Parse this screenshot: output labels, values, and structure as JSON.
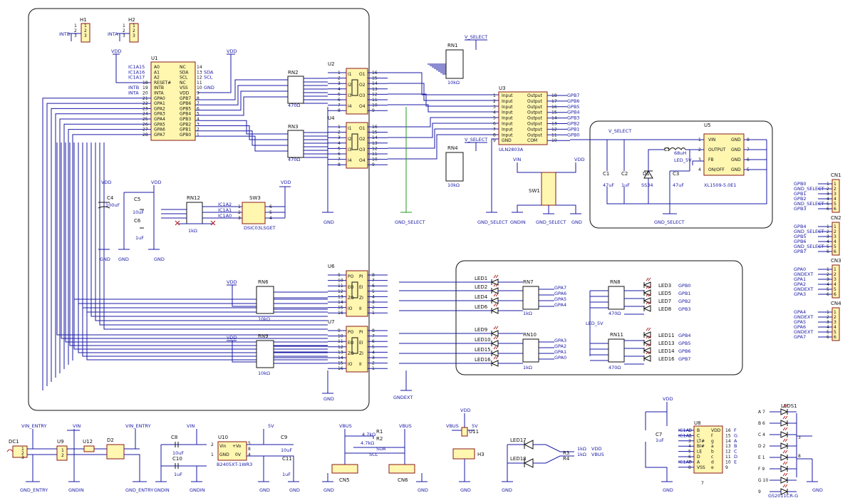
{
  "headers": {
    "h1": {
      "ref": "H1",
      "net": "INTB",
      "pins": [
        "1",
        "2",
        "3"
      ]
    },
    "h2": {
      "ref": "H2",
      "net": "INTA",
      "pins": [
        "1",
        "2",
        "3"
      ]
    }
  },
  "power_nets": {
    "vdd": "VDD",
    "gnd": "GND",
    "v_select": "V_SELECT",
    "gnd_select": "GND_SELECT",
    "gndin": "GNDIN",
    "vin": "VIN",
    "gndext": "GNDEXT",
    "vin_entry": "VIN_ENTRY",
    "gnd_entry": "GND_ENTRY",
    "v5": "5V",
    "vbus": "VBUS",
    "led_5v": "LED_5V"
  },
  "u1": {
    "ref": "U1",
    "left_pins": [
      {
        "net": "IC1A15",
        "num": "",
        "name": "A0"
      },
      {
        "net": "IC1A16",
        "num": "",
        "name": "A1"
      },
      {
        "net": "IC1A17",
        "num": "",
        "name": "A2"
      },
      {
        "net": "",
        "num": "18",
        "name": "RESET#"
      },
      {
        "net": "INTB",
        "num": "19",
        "name": "INTB"
      },
      {
        "net": "INTA",
        "num": "20",
        "name": "INTA"
      },
      {
        "net": "",
        "num": "21",
        "name": "GPA0"
      },
      {
        "net": "",
        "num": "22",
        "name": "GPA1"
      },
      {
        "net": "",
        "num": "23",
        "name": "GPA2"
      },
      {
        "net": "",
        "num": "24",
        "name": "GPA3"
      },
      {
        "net": "",
        "num": "25",
        "name": "GPA4"
      },
      {
        "net": "",
        "num": "26",
        "name": "GPA5"
      },
      {
        "net": "",
        "num": "27",
        "name": "GPA6"
      },
      {
        "net": "",
        "num": "28",
        "name": "GPA7"
      }
    ],
    "right_pins": [
      {
        "name": "NC",
        "num": "14",
        "net": ""
      },
      {
        "name": "SDA",
        "num": "13",
        "net": "SDA"
      },
      {
        "name": "SCL",
        "num": "12",
        "net": "SCL"
      },
      {
        "name": "NC",
        "num": "11",
        "net": ""
      },
      {
        "name": "VSS",
        "num": "10",
        "net": "GND"
      },
      {
        "name": "VDD",
        "num": "9",
        "net": ""
      },
      {
        "name": "GPB7",
        "num": "8",
        "net": ""
      },
      {
        "name": "GPB6",
        "num": "7",
        "net": ""
      },
      {
        "name": "GPB5",
        "num": "6",
        "net": ""
      },
      {
        "name": "GPB4",
        "num": "5",
        "net": ""
      },
      {
        "name": "GPB3",
        "num": "4",
        "net": ""
      },
      {
        "name": "GPB2",
        "num": "3",
        "net": ""
      },
      {
        "name": "GPB1",
        "num": "2",
        "net": ""
      },
      {
        "name": "GPB0",
        "num": "1",
        "net": ""
      }
    ]
  },
  "resnets": {
    "rn1": {
      "ref": "RN1",
      "val": "10kΩ"
    },
    "rn2": {
      "ref": "RN2",
      "val": "470Ω"
    },
    "rn3": {
      "ref": "RN3",
      "val": "470Ω"
    },
    "rn4": {
      "ref": "RN4",
      "val": "10kΩ"
    },
    "rn6": {
      "ref": "RN6",
      "val": "10kΩ"
    },
    "rn7": {
      "ref": "RN7",
      "val": "1kΩ"
    },
    "rn8": {
      "ref": "RN8",
      "val": "470Ω"
    },
    "rn9": {
      "ref": "RN9",
      "val": "10kΩ"
    },
    "rn10": {
      "ref": "RN10",
      "val": "1kΩ"
    },
    "rn11": {
      "ref": "RN11",
      "val": "470Ω"
    },
    "rn12": {
      "ref": "RN12",
      "val": "1kΩ"
    }
  },
  "optos": {
    "u2": {
      "ref": "U2",
      "left": [
        "1",
        "2",
        "3",
        "4",
        "5",
        "6",
        "7",
        "8"
      ],
      "right": [
        "16",
        "15",
        "14",
        "13",
        "12",
        "11",
        "10",
        "9"
      ],
      "inner_left": [
        "I1",
        "I2",
        "I3",
        "I4"
      ],
      "inner_right": [
        "O1",
        "O2",
        "O3",
        "O4"
      ]
    },
    "u4": {
      "ref": "U4",
      "left": [
        "1",
        "2",
        "3",
        "4",
        "5",
        "6",
        "7",
        "8"
      ],
      "right": [
        "16",
        "15",
        "14",
        "13",
        "12",
        "11",
        "10",
        "9"
      ],
      "inner_left": [
        "I1",
        "I2",
        "I3",
        "I4"
      ],
      "inner_right": [
        "O1",
        "O2",
        "O3",
        "O4"
      ]
    },
    "u6": {
      "ref": "U6",
      "left": [
        "9",
        "10",
        "11",
        "12",
        "13",
        "14",
        "15",
        "16"
      ],
      "right": [
        "8",
        "7",
        "6",
        "5",
        "4",
        "3",
        "2",
        "1"
      ],
      "inner_left": [
        "PO",
        "EO",
        "ZO",
        "IO"
      ],
      "inner_right": [
        "PI",
        "EI",
        "ZI",
        "II"
      ]
    },
    "u7": {
      "ref": "U7",
      "left": [
        "9",
        "10",
        "11",
        "12",
        "13",
        "14",
        "15",
        "16"
      ],
      "right": [
        "8",
        "7",
        "6",
        "5",
        "4",
        "3",
        "2",
        "1"
      ],
      "inner_left": [
        "PO",
        "EO",
        "ZO",
        "IO"
      ],
      "inner_right": [
        "PI",
        "EI",
        "ZI",
        "II"
      ]
    }
  },
  "u3": {
    "ref": "U3",
    "val": "ULN2803A",
    "pins": [
      {
        "l": "1",
        "ln": "Input",
        "rn": "Output",
        "r": "18",
        "net": "GPB7"
      },
      {
        "l": "2",
        "ln": "Input",
        "rn": "Output",
        "r": "17",
        "net": "GPB6"
      },
      {
        "l": "3",
        "ln": "Input",
        "rn": "Output",
        "r": "16",
        "net": "GPB5"
      },
      {
        "l": "4",
        "ln": "Input",
        "rn": "Output",
        "r": "15",
        "net": "GPB4"
      },
      {
        "l": "5",
        "ln": "Input",
        "rn": "Output",
        "r": "14",
        "net": "GPB3"
      },
      {
        "l": "6",
        "ln": "Input",
        "rn": "Output",
        "r": "13",
        "net": "GPB2"
      },
      {
        "l": "7",
        "ln": "Input",
        "rn": "Output",
        "r": "12",
        "net": "GPB1"
      },
      {
        "l": "8",
        "ln": "Input",
        "rn": "Output",
        "r": "11",
        "net": "GPB0"
      },
      {
        "l": "9",
        "ln": "GND",
        "rn": "COM",
        "r": "10",
        "net": ""
      }
    ]
  },
  "u5": {
    "ref": "U5",
    "val": "XL1509-5.0E1",
    "pins": [
      {
        "l": "1",
        "ln": "VIN",
        "rn": "GND",
        "r": "8"
      },
      {
        "l": "2",
        "ln": "OUTPUT",
        "rn": "GND",
        "r": "7"
      },
      {
        "l": "3",
        "ln": "FB",
        "rn": "GND",
        "r": "6"
      },
      {
        "l": "4",
        "ln": "ON/OFF",
        "rn": "GND",
        "r": "5"
      }
    ],
    "c1": {
      "ref": "C1",
      "val": "47uF"
    },
    "c2": {
      "ref": "C2",
      "val": "1uF"
    },
    "d1": {
      "ref": "D1",
      "val": "SS34"
    },
    "l1": {
      "ref": "L1",
      "val": "68uH"
    },
    "c3": {
      "ref": "C3",
      "val": "47uF"
    }
  },
  "sw1": {
    "ref": "SW1"
  },
  "dip": {
    "ref": "SW3",
    "val": "DSIC03LSGET",
    "pins_l": [
      "1",
      "2",
      "3"
    ],
    "pins_r": [
      "6",
      "5",
      "4"
    ],
    "nets": [
      "IC1A2",
      "IC1A1",
      "IC1A0"
    ]
  },
  "c4": {
    "ref": "C4",
    "val": "100uF"
  },
  "c5": {
    "ref": "C5",
    "val": "10uF"
  },
  "c6": {
    "ref": "C6",
    "val": "1uF"
  },
  "leds_left": [
    "LED1",
    "LED2",
    "LED4",
    "LED6",
    "LED9",
    "LED10",
    "LED15",
    "LED16"
  ],
  "rn7_nets": [
    "GPA7",
    "GPA6",
    "GPA5",
    "GPA4"
  ],
  "rn10_nets": [
    "GPA3",
    "GPA2",
    "GPA1",
    "GPA0"
  ],
  "leds_right_top": [
    {
      "led": "LED3",
      "net": "GPB0"
    },
    {
      "led": "LED5",
      "net": "GPB1"
    },
    {
      "led": "LED7",
      "net": "GPB2"
    },
    {
      "led": "LED8",
      "net": "GPB3"
    }
  ],
  "leds_right_bot": [
    {
      "led": "LED11",
      "net": "GPB4"
    },
    {
      "led": "LED13",
      "net": "GPB5"
    },
    {
      "led": "LED14",
      "net": "GPB6"
    },
    {
      "led": "LED16",
      "net": "GPB7"
    }
  ],
  "connectors": [
    {
      "ref": "CN1",
      "nets": [
        "GPB0",
        "GND_SELECT",
        "GPB1",
        "GPB2",
        "GND_SELECT",
        "GPB3"
      ]
    },
    {
      "ref": "CN2",
      "nets": [
        "GPB4",
        "GND_SELECT",
        "GPB5",
        "GPB6",
        "GND_SELECT",
        "GPB7"
      ]
    },
    {
      "ref": "CN3",
      "nets": [
        "GPA0",
        "GNDEXT",
        "GPA1",
        "GPA2",
        "GNDEXT",
        "GPA3"
      ]
    },
    {
      "ref": "CN4",
      "nets": [
        "GPA4",
        "GNDEXT",
        "GPA5",
        "GPA6",
        "GNDEXT",
        "GPA7"
      ]
    }
  ],
  "bottom": {
    "dc1": {
      "ref": "DC1",
      "pins": [
        "1",
        "2",
        "3"
      ]
    },
    "u9": {
      "ref": "U9",
      "pins": [
        "1",
        "2"
      ]
    },
    "u12": {
      "ref": "U12"
    },
    "d2": {
      "ref": "D2"
    },
    "c8": {
      "ref": "C8",
      "val": "10uF"
    },
    "c10": {
      "ref": "C10",
      "val": "1uF"
    },
    "u10": {
      "ref": "U10",
      "val": "B2405XT-1WR3",
      "lp": [
        "Vin",
        "GND"
      ],
      "rp": [
        "+Vo",
        "0V"
      ],
      "ln": [
        "2",
        "1"
      ],
      "rn": [
        "5",
        "8",
        "4"
      ]
    },
    "c9": {
      "ref": "C9",
      "val": "10uF"
    },
    "c11": {
      "ref": "C11",
      "val": "1uF"
    },
    "cn5": {
      "ref": "CN5"
    },
    "cn6": {
      "ref": "CN6"
    },
    "r1": {
      "ref": "R1",
      "val": "4.7kΩ"
    },
    "r2i2c": {
      "ref": "R2",
      "val": "4.7kΩ"
    },
    "sda": "SDA",
    "scl": "SCL",
    "u11": {
      "ref": "U11",
      "net": "5V"
    },
    "h3": {
      "ref": "H3"
    },
    "led17": "LED17",
    "led18": "LED18",
    "r3": {
      "ref": "R3",
      "val": "1kΩ"
    },
    "r4": {
      "ref": "R4",
      "val": "1kΩ"
    },
    "u8": {
      "ref": "U8",
      "left_nets": [
        "IC1A0",
        "IC1A1",
        "",
        "",
        "",
        "",
        "IC1A0",
        ""
      ],
      "left_names": [
        "B",
        "C",
        "LT#",
        "BI#",
        "LE",
        "D",
        "A",
        "VSS"
      ],
      "right_names": [
        "VDD",
        "f",
        "g",
        "a",
        "b",
        "c",
        "d",
        "e"
      ],
      "right_nums": [
        "16",
        "15",
        "14",
        "13",
        "12",
        "11",
        "10",
        "9"
      ],
      "right_nets": [
        "F",
        "G",
        "A",
        "B",
        "C",
        "D",
        "E",
        ""
      ],
      "pin": "7"
    },
    "c7": {
      "ref": "C7",
      "val": "1uF"
    },
    "leds1": {
      "ref": "LEDS1",
      "val": "GS2011CR-G",
      "segs": [
        "A 7",
        "B 6",
        "C 4",
        "D 2",
        "E 1",
        "F 9",
        "G 10",
        "9"
      ],
      "pins": [
        "3",
        "8"
      ]
    }
  }
}
